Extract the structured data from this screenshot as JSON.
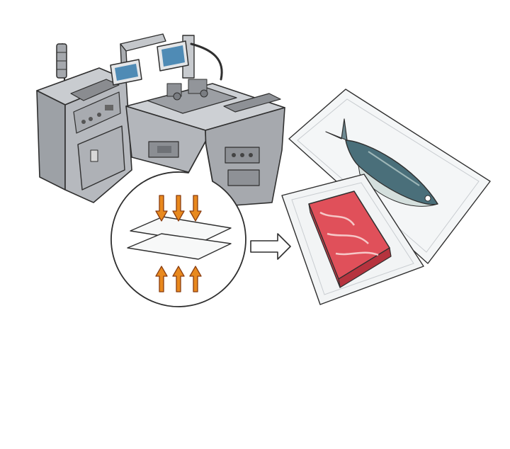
{
  "diagram": {
    "nodes": [
      {
        "id": "machine",
        "icon": "vacuum-sealing-machine-icon"
      },
      {
        "id": "process-callout",
        "icon": "film-press-icon"
      },
      {
        "id": "output-fish",
        "icon": "vacuum-packed-fish-icon"
      },
      {
        "id": "output-meat",
        "icon": "vacuum-packed-meat-icon"
      }
    ],
    "edges": [
      {
        "from": "process-callout",
        "to": "outputs",
        "icon": "arrow-right-icon"
      }
    ],
    "pressure_arrows": {
      "top_count": 3,
      "bottom_count": 3,
      "direction_top": "down",
      "direction_bottom": "up"
    }
  },
  "colors": {
    "arrow_fill": "#e8891e",
    "arrow_stroke": "#8a3d10",
    "machine_body": "#b9bcc0",
    "machine_dark": "#8e9196",
    "screen": "#4f8bb5",
    "meat": "#e0505a",
    "fish_back": "#4a6f7a",
    "film": "#f7f8f8",
    "ink": "#2f2f2f"
  }
}
